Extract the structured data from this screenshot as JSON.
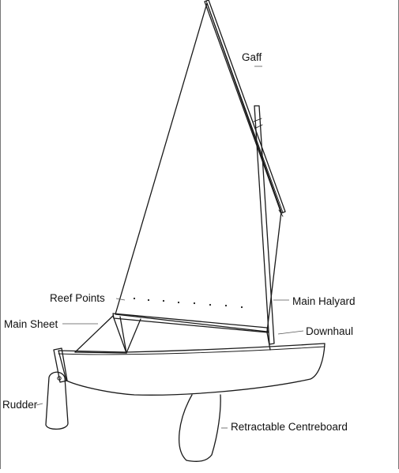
{
  "diagram": {
    "labels": {
      "gaff": "Gaff",
      "reef_points": "Reef Points",
      "main_halyard": "Main Halyard",
      "main_sheet": "Main Sheet",
      "downhaul": "Downhaul",
      "rudder": "Rudder",
      "centreboard": "Retractable Centreboard"
    },
    "colors": {
      "line": "#1a1a1a",
      "background": "#ffffff"
    }
  }
}
